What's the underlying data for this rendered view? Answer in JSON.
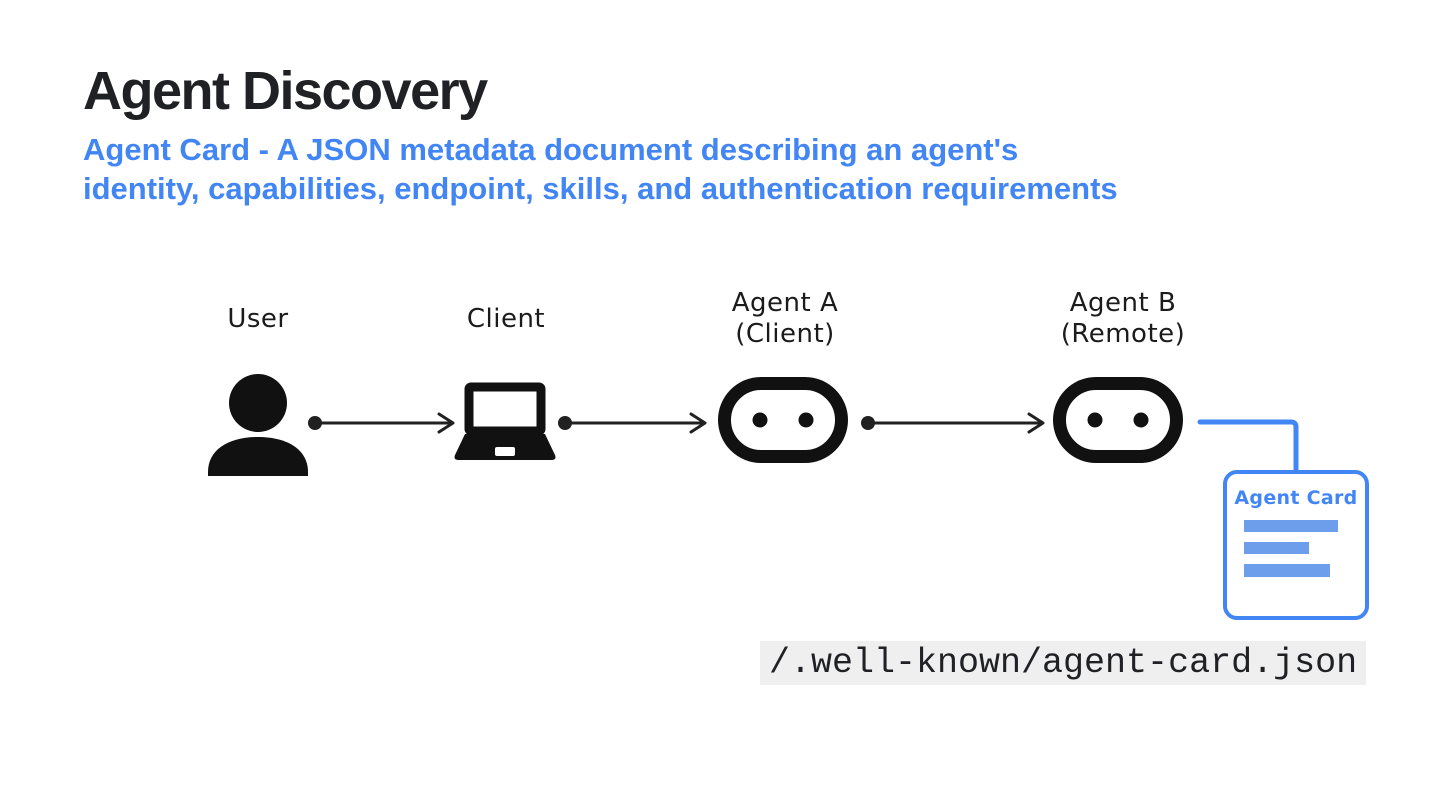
{
  "slide": {
    "title": "Agent Discovery",
    "subtitle_lines": [
      "Agent Card - A JSON metadata document describing an agent's",
      "identity, capabilities, endpoint, skills, and authentication requirements"
    ]
  },
  "diagram": {
    "nodes": [
      {
        "id": "user",
        "icon": "person-icon",
        "line1": "User",
        "line2": ""
      },
      {
        "id": "client",
        "icon": "laptop-icon",
        "line1": "Client",
        "line2": ""
      },
      {
        "id": "agent-a",
        "icon": "robot-icon",
        "line1": "Agent A",
        "line2": "(Client)"
      },
      {
        "id": "agent-b",
        "icon": "robot-icon",
        "line1": "Agent B",
        "line2": "(Remote)"
      }
    ],
    "connections": [
      {
        "from": "user",
        "to": "client",
        "style": "dot-arrow"
      },
      {
        "from": "client",
        "to": "agent-a",
        "style": "dot-arrow"
      },
      {
        "from": "agent-a",
        "to": "agent-b",
        "style": "dot-arrow"
      },
      {
        "from": "agent-b",
        "to": "agent-card",
        "style": "elbow-line"
      }
    ],
    "agent_card": {
      "title": "Agent Card",
      "icon": "document-card-icon",
      "placeholder_lines": 3
    },
    "endpoint_path": "/.well-known/agent-card.json"
  },
  "colors": {
    "accent_blue": "#4285F4",
    "bar_blue": "#6D9EEB",
    "ink": "#111111",
    "title_ink": "#202124",
    "code_bg": "#EFEFEF"
  }
}
